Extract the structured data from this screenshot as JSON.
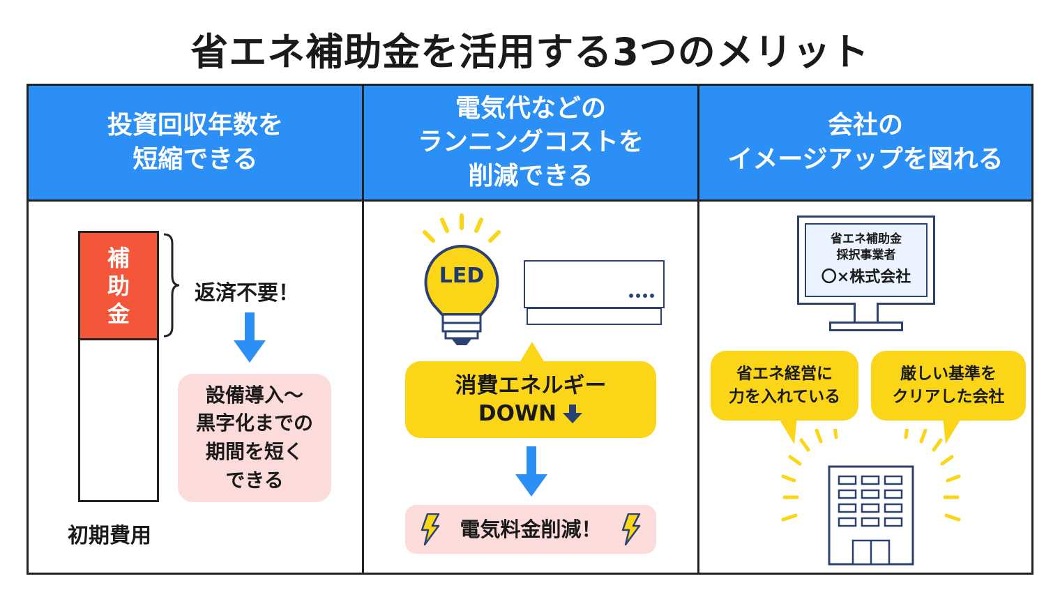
{
  "title": "省エネ補助金を活用する3つのメリット",
  "columns": [
    {
      "header": "投資回収年数を\n短縮できる",
      "bar_segment_label": "補\n助\n金",
      "bar_caption": "初期費用",
      "repayment_text": "返済不要！",
      "result_box": "設備導入〜\n黒字化までの\n期間を短く\nできる"
    },
    {
      "header": "電気代などの\nランニングコストを\n削減できる",
      "bulb_label": "LED",
      "energy_line1": "消費エネルギー",
      "energy_line2": "DOWN",
      "result_box": "電気料金削減！"
    },
    {
      "header": "会社の\nイメージアップを図れる",
      "monitor_line1": "省エネ補助金",
      "monitor_line2": "採択事業者",
      "monitor_line3": "〇×株式会社",
      "bubble_left": "省エネ経営に\n力を入れている",
      "bubble_right": "厳しい基準を\nクリアした会社"
    }
  ],
  "colors": {
    "header_blue": "#2b8ff5",
    "subsidy_red": "#f4563a",
    "highlight_yellow": "#fad518",
    "soft_pink": "#fbdcda",
    "navy": "#2b4172"
  },
  "icons": [
    "curly-brace-icon",
    "down-arrow-icon",
    "lightbulb-icon",
    "air-conditioner-icon",
    "lightning-icon",
    "monitor-icon",
    "office-building-icon"
  ]
}
